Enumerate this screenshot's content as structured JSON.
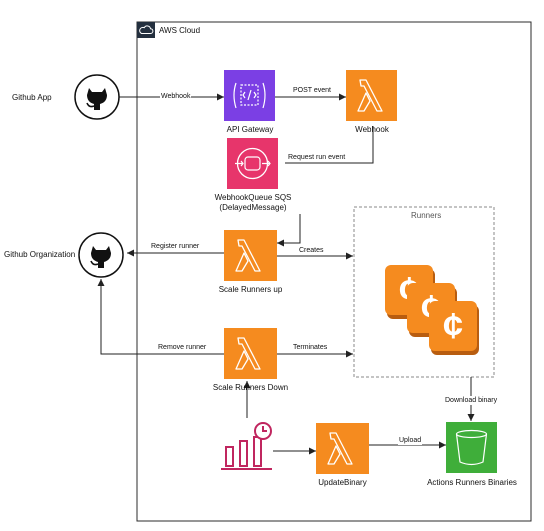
{
  "colors": {
    "lambda": "#F58B1F",
    "api_gateway": "#7B3FE4",
    "sqs": "#E7356B",
    "s3": "#3FAE3A",
    "ec2": "#F58B1F",
    "cloudwatch": "#C0265F",
    "github": "#111111",
    "line": "#222222"
  },
  "cloud": {
    "label": "AWS Cloud",
    "icon": "cloud-icon"
  },
  "runners_group": {
    "label": "Runners"
  },
  "nodes": {
    "github_app": "Github App",
    "github_org": "Github Organization",
    "api_gateway": "API Gateway",
    "webhook_lambda": "Webhook",
    "sqs_line1": "WebhookQueue SQS",
    "sqs_line2": "(DelayedMessage)",
    "scale_up": "Scale Runners up",
    "scale_down": "Scale Runners Down",
    "update_binary": "UpdateBinary",
    "s3_bucket": "Actions Runners Binaries"
  },
  "edges": {
    "webhook": "Webhook",
    "post_event": "POST event",
    "request_run_event": "Request run event",
    "register_runner": "Register runner",
    "creates": "Creates",
    "remove_runner": "Remove runner",
    "terminates": "Terminates",
    "download_binary": "Download binary",
    "upload": "Upload"
  }
}
